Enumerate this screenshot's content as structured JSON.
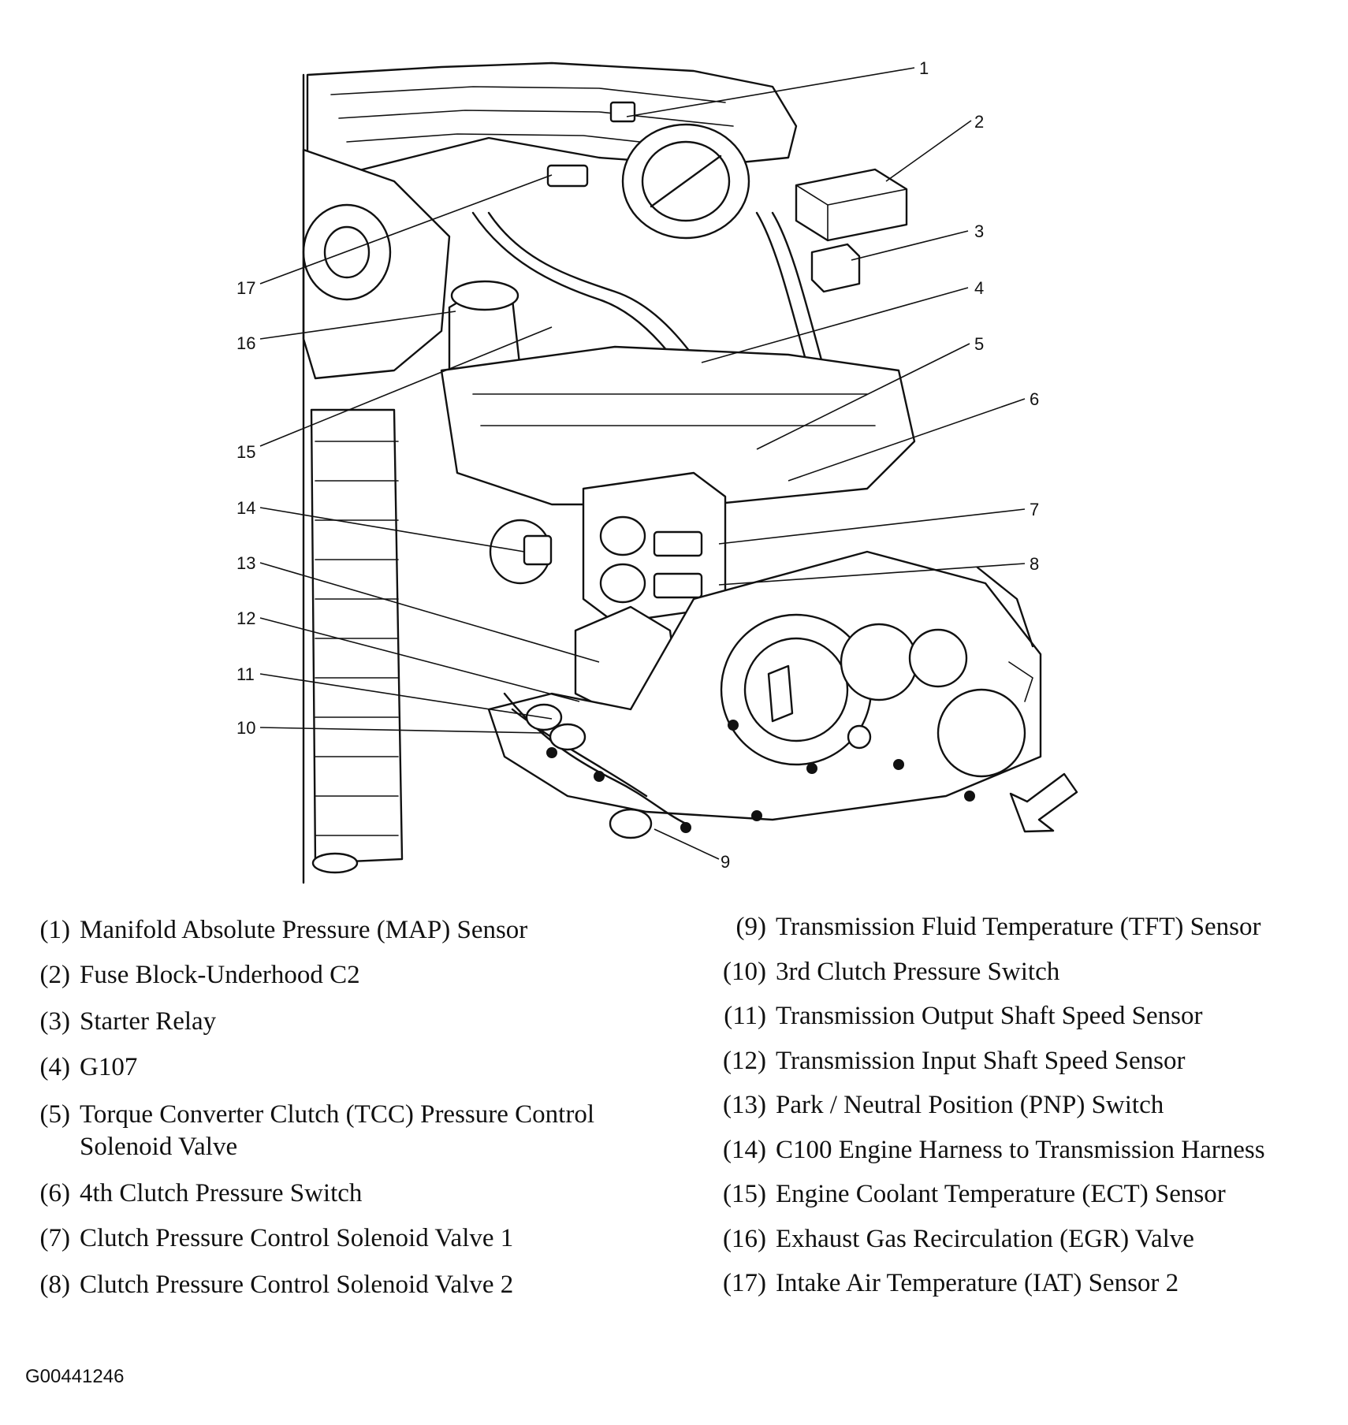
{
  "callouts": [
    "1",
    "2",
    "3",
    "4",
    "5",
    "6",
    "7",
    "8",
    "9",
    "10",
    "11",
    "12",
    "13",
    "14",
    "15",
    "16",
    "17"
  ],
  "legend": [
    {
      "num": "(1)",
      "text": "Manifold Absolute Pressure (MAP) Sensor"
    },
    {
      "num": "(2)",
      "text": "Fuse Block-Underhood C2"
    },
    {
      "num": "(3)",
      "text": "Starter Relay"
    },
    {
      "num": "(4)",
      "text": "G107"
    },
    {
      "num": "(5)",
      "text": "Torque Converter Clutch (TCC) Pressure Control Solenoid Valve"
    },
    {
      "num": "(6)",
      "text": "4th Clutch Pressure Switch"
    },
    {
      "num": "(7)",
      "text": "Clutch Pressure Control Solenoid Valve 1"
    },
    {
      "num": "(8)",
      "text": "Clutch Pressure Control Solenoid Valve 2"
    },
    {
      "num": "(9)",
      "text": "Transmission Fluid Temperature (TFT) Sensor"
    },
    {
      "num": "(10)",
      "text": "3rd Clutch Pressure Switch"
    },
    {
      "num": "(11)",
      "text": "Transmission Output Shaft Speed Sensor"
    },
    {
      "num": "(12)",
      "text": "Transmission Input Shaft Speed Sensor"
    },
    {
      "num": "(13)",
      "text": "Park / Neutral Position (PNP) Switch"
    },
    {
      "num": "(14)",
      "text": "C100 Engine Harness to Transmission Harness"
    },
    {
      "num": "(15)",
      "text": "Engine Coolant Temperature (ECT) Sensor"
    },
    {
      "num": "(16)",
      "text": "Exhaust Gas Recirculation (EGR) Valve"
    },
    {
      "num": "(17)",
      "text": "Intake Air Temperature (IAT) Sensor 2"
    }
  ],
  "figure_code": "G00441246"
}
